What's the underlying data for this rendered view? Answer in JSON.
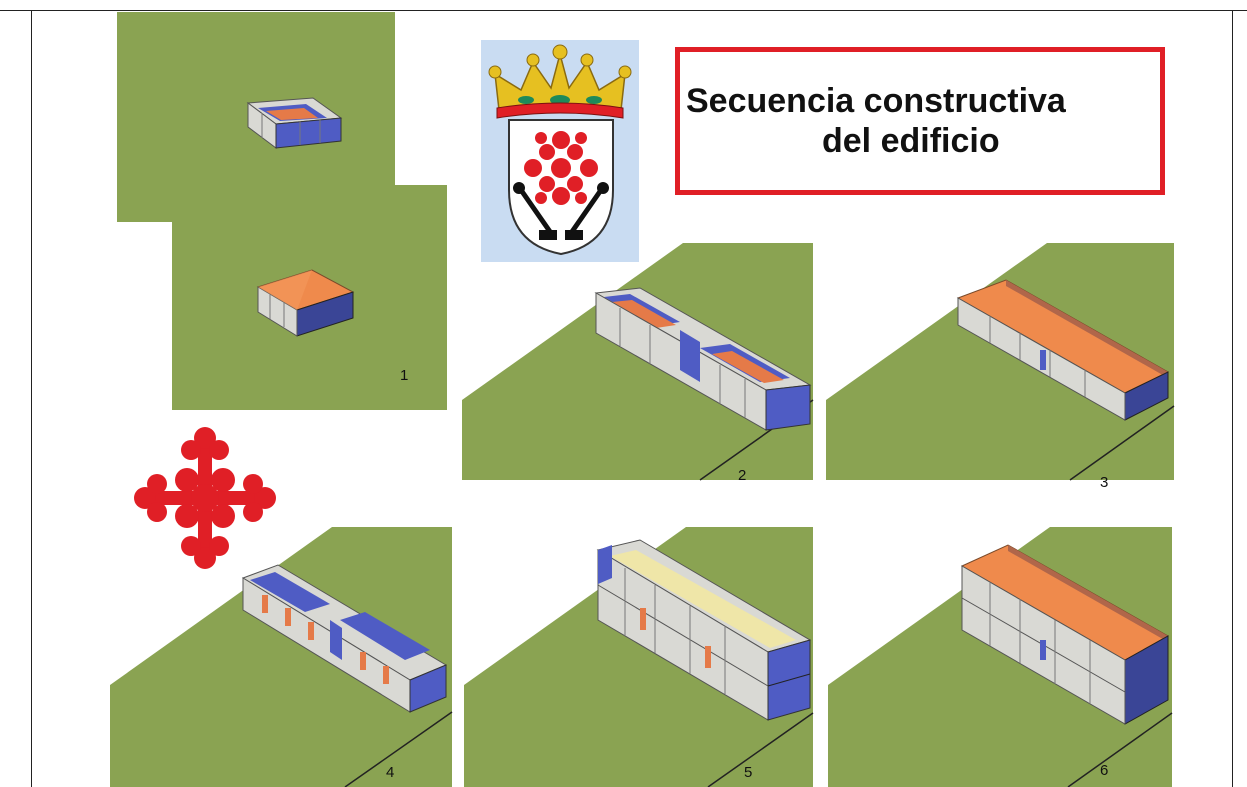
{
  "title": {
    "line1": "Secuencia constructiva",
    "line2": "del edificio"
  },
  "steps": [
    {
      "number": "1",
      "stage": "single building: walls, then roof"
    },
    {
      "number": "2",
      "stage": "extended walls"
    },
    {
      "number": "3",
      "stage": "extended building roofed"
    },
    {
      "number": "4",
      "stage": "arcaded walls"
    },
    {
      "number": "5",
      "stage": "second storey walls"
    },
    {
      "number": "6",
      "stage": "two-storey building roofed"
    }
  ],
  "emblems": [
    "coat-of-arms",
    "cross-of-calatrava"
  ],
  "colors": {
    "ground": "#8aa352",
    "roof": "#ef8a4c",
    "roof_side": "#b0664a",
    "wall": "#d9d9d4",
    "wall_inner": "#4f5cc4",
    "floor": "#e57a48",
    "slab": "#efe6a8",
    "accent_red": "#e01f26",
    "shield_bg": "#c9dcf2",
    "crown_gold": "#e6c021"
  }
}
